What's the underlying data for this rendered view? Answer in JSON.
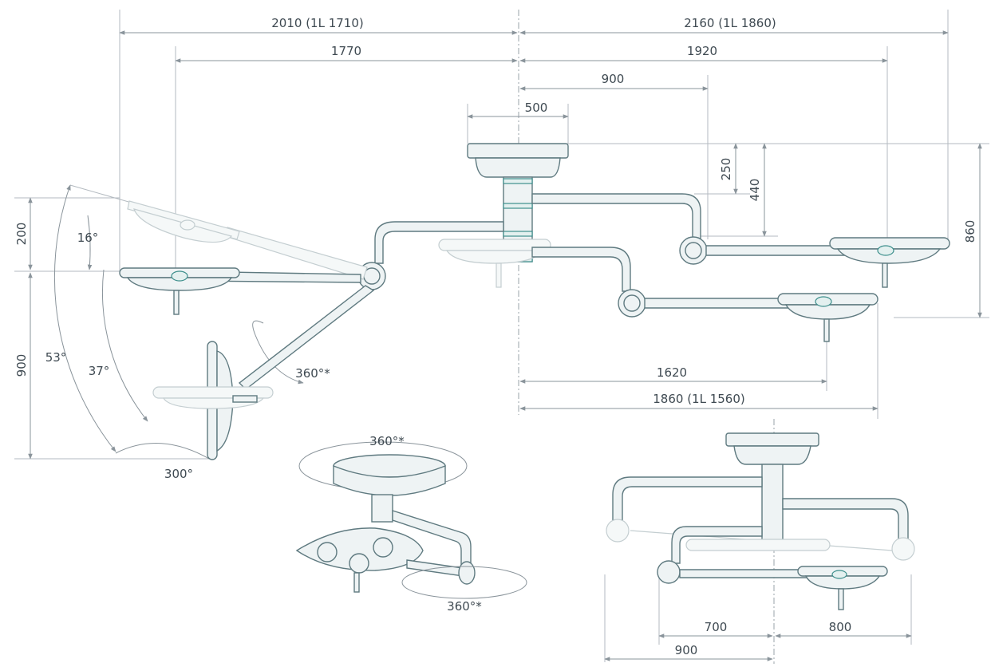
{
  "dimensions": {
    "top_left_overall": "2010 (1L 1710)",
    "top_right_overall": "2160 (1L 1860)",
    "left_arm_reach": "1770",
    "right_arm_reach": "1920",
    "right_inner_reach": "900",
    "canopy_width": "500",
    "vertical_250": "250",
    "vertical_440": "440",
    "vertical_860": "860",
    "left_vertical_200": "200",
    "left_vertical_900": "900",
    "lower_reach_1620": "1620",
    "lower_reach_1860": "1860 (1L 1560)",
    "bottom_700": "700",
    "bottom_800": "800",
    "bottom_900": "900"
  },
  "angles": {
    "tilt_16": "16°",
    "tilt_53": "53°",
    "tilt_37": "37°",
    "rotation_300": "300°",
    "arm_rotation": "360°*",
    "canopy_rotation": "360°*",
    "head_rotation": "360°*"
  },
  "colors": {
    "line": "#5f7a80",
    "accent": "#3d8f8c",
    "dimension": "#8a949b",
    "ghost": "#c4ced1"
  }
}
